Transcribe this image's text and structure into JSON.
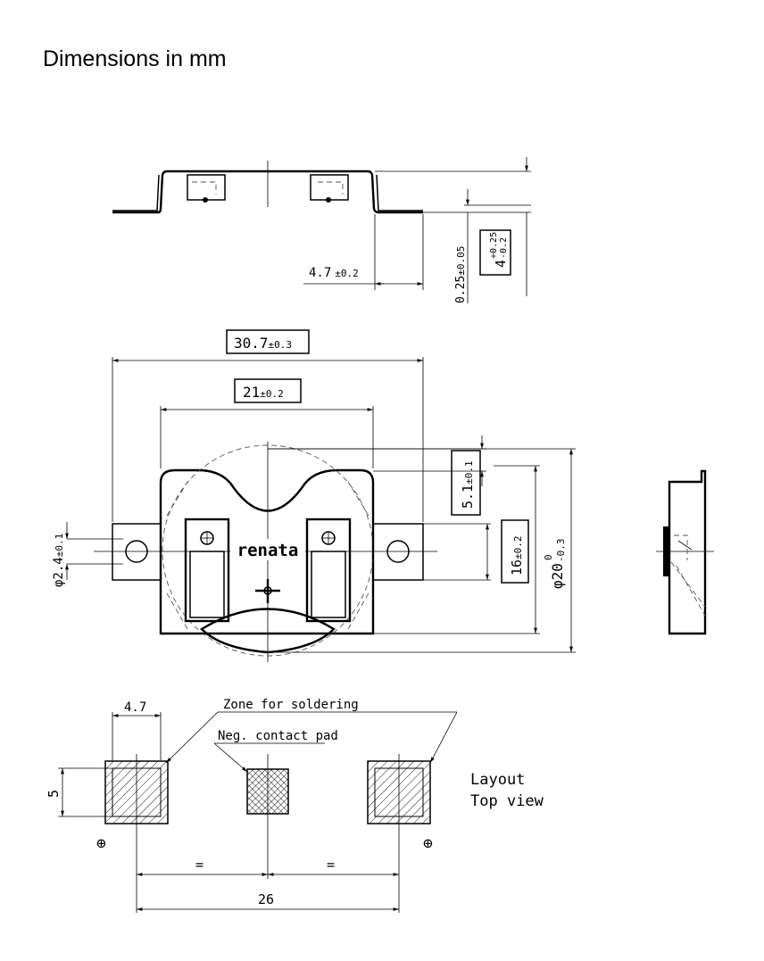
{
  "title": "Dimensions in mm",
  "dims": {
    "lead_offset": "4.7",
    "lead_tol": "±0.2",
    "thickness": "0.25",
    "thickness_tol": "±0.05",
    "height": "4",
    "height_tol_plus": "+0.25",
    "height_tol_minus": "-0.2",
    "overall_length": "30.7",
    "overall_length_tol": "±0.3",
    "body_width": "21",
    "body_width_tol": "±0.2",
    "top_offset": "5.1",
    "top_offset_tol": "±0.1",
    "body_height": "16",
    "body_height_tol": "±0.2",
    "diameter": "φ20",
    "diameter_tol_upper": "0",
    "diameter_tol_lower": "-0.3",
    "hole": "φ2.4",
    "hole_tol": "±0.1"
  },
  "brand": "renata",
  "layout": {
    "pad_width": "4.7",
    "pad_height": "5",
    "zone_label": "Zone for soldering",
    "neg_pad_label": "Neg. contact pad",
    "equal_left": "=",
    "equal_right": "=",
    "pitch": "26",
    "view_line1": "Layout",
    "view_line2": "Top view",
    "plus_left": "⊕",
    "plus_right": "⊕"
  }
}
